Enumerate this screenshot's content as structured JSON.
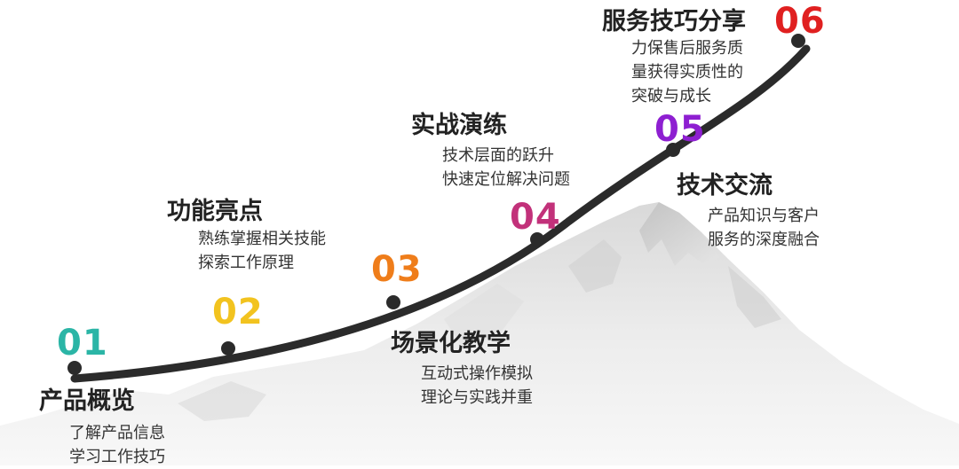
{
  "steps": [
    {
      "num": "01",
      "title": "产品概览",
      "lines": [
        "了解产品信息",
        "学习工作技巧"
      ],
      "color": "#2bb5a6"
    },
    {
      "num": "02",
      "title": "功能亮点",
      "lines": [
        "熟练掌握相关技能",
        "探索工作原理"
      ],
      "color": "#f2c31f"
    },
    {
      "num": "03",
      "title": "场景化教学",
      "lines": [
        "互动式操作模拟",
        "理论与实践并重"
      ],
      "color": "#ef7d1a"
    },
    {
      "num": "04",
      "title": "实战演练",
      "lines": [
        "技术层面的跃升",
        "快速定位解决问题"
      ],
      "color": "#c2317a"
    },
    {
      "num": "05",
      "title": "技术交流",
      "lines": [
        "产品知识与客户",
        "服务的深度融合"
      ],
      "color": "#8e1fd1"
    },
    {
      "num": "06",
      "title": "服务技巧分享",
      "lines": [
        "力保售后服务质",
        "量获得实质性的",
        "突破与成长"
      ],
      "color": "#e02020"
    }
  ],
  "curve_color": "#2b2b2b"
}
